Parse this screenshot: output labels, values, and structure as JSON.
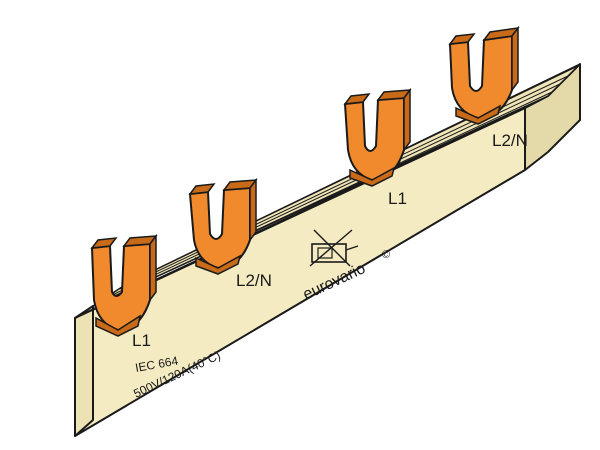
{
  "busbar": {
    "labels": {
      "fork1": "L1",
      "fork2": "L2/N",
      "fork3": "L1",
      "fork4": "L2/N"
    },
    "standard": "IEC 664",
    "rating": "500V/120A(40°C)",
    "brand": "eurovario",
    "brand_mark": "©",
    "logo_icon": "crossed-out-device-icon"
  },
  "colors": {
    "body": "#f4ebc2",
    "body_shade": "#e4d9a8",
    "fork": "#f08a2c",
    "fork_shade": "#c86a18",
    "outline": "#1a1a1a"
  }
}
